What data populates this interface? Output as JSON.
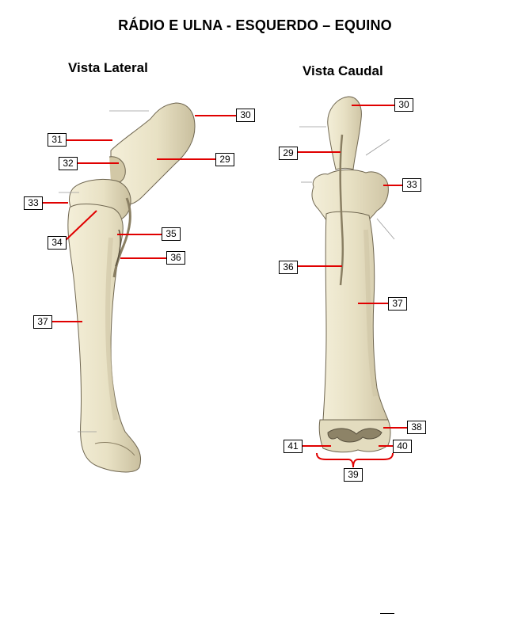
{
  "title": "RÁDIO E ULNA - ESQUERDO – EQUINO",
  "views": {
    "lateral": {
      "title": "Vista Lateral"
    },
    "caudal": {
      "title": "Vista Caudal"
    }
  },
  "labels": {
    "lateral": [
      "30",
      "31",
      "32",
      "29",
      "33",
      "35",
      "34",
      "36",
      "37"
    ],
    "caudal": [
      "30",
      "29",
      "33",
      "36",
      "37",
      "38",
      "41",
      "40",
      "39"
    ]
  },
  "colors": {
    "leader": "#e00000",
    "bone_fill": "#ece6cc",
    "bone_shadow": "#b9ae8d",
    "bone_outline": "#6f6650"
  }
}
